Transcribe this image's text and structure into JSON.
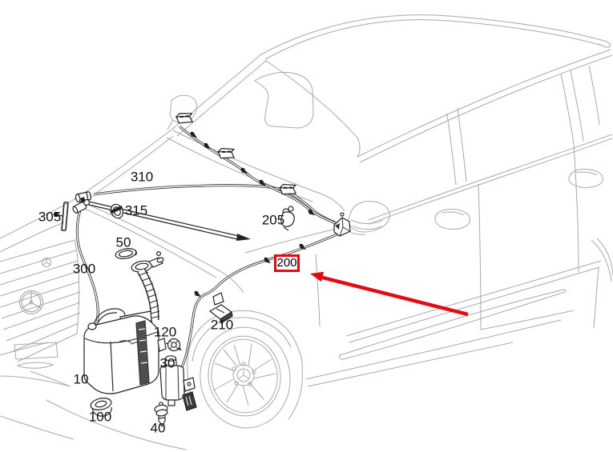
{
  "diagram": {
    "background_color": "#ffffff",
    "car_line_color": "#a9a9a9",
    "part_line_color": "#2b2b2b",
    "highlight_color": "#e30b10",
    "selected_part": "200",
    "labels": {
      "p10": "10",
      "p30": "30",
      "p40": "40",
      "p50": "50",
      "p100": "100",
      "p120": "120",
      "p200": "200",
      "p205": "205",
      "p210": "210",
      "p300": "300",
      "p305": "305",
      "p310": "310",
      "p315": "315"
    }
  }
}
